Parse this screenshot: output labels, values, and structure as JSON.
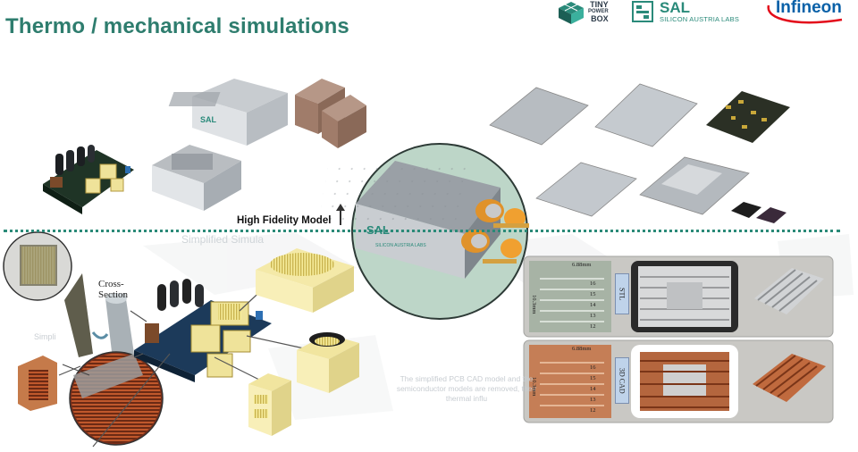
{
  "header": {
    "title": "Thermo / mechanical simulations"
  },
  "logos": {
    "tiny_power_box": [
      "TINY",
      "POWER",
      "BOX"
    ],
    "sal_name": "SAL",
    "sal_sub": "SILICON AUSTRIA LABS",
    "infineon": "Infineon"
  },
  "labels": {
    "high_fidelity": "High Fidelity Model",
    "simplified": "Simplified Simula",
    "cross_section": "Cross-Section",
    "enclosure_brand": "SAL",
    "enclosure_sub": "SILICON AUSTRIA LABS"
  },
  "faded": {
    "note": "The simplified PCB CAD model and the semiconductor models are removed, their thermal influ",
    "left": "Simpli"
  },
  "panels": {
    "top": {
      "tag": "STL",
      "dim_w": "6.88mm",
      "dim_h": "10.3mm",
      "pins": [
        "16",
        "15",
        "14",
        "13",
        "12"
      ]
    },
    "bottom": {
      "tag": "3D CAD",
      "dim_w": "6.88mm",
      "dim_h": "10.3mm",
      "pins": [
        "16",
        "15",
        "14",
        "13",
        "12"
      ]
    }
  },
  "colors": {
    "accent_green": "#2e7d6e",
    "infineon_blue": "#0a61a8",
    "divider": "#2a8a78",
    "copper": "#b5502c",
    "pcb_green": "#233a2a",
    "transformer_yellow": "#f0e7a8"
  }
}
